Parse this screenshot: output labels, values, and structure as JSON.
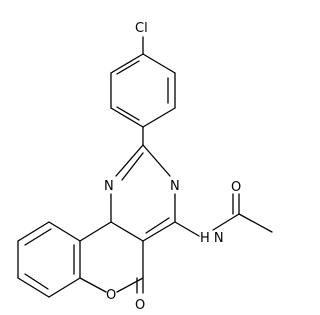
{
  "molecule": {
    "atoms": {
      "chlorine": "Cl",
      "n_top": "N",
      "n_left": "N",
      "amide_n": "H N",
      "ring_oxygen": "O",
      "lactone_oxygen": "O",
      "acetyl_oxygen": "O"
    },
    "colors": {
      "bonds": "#000000",
      "labels": "#000000",
      "background": "#ffffff"
    }
  }
}
